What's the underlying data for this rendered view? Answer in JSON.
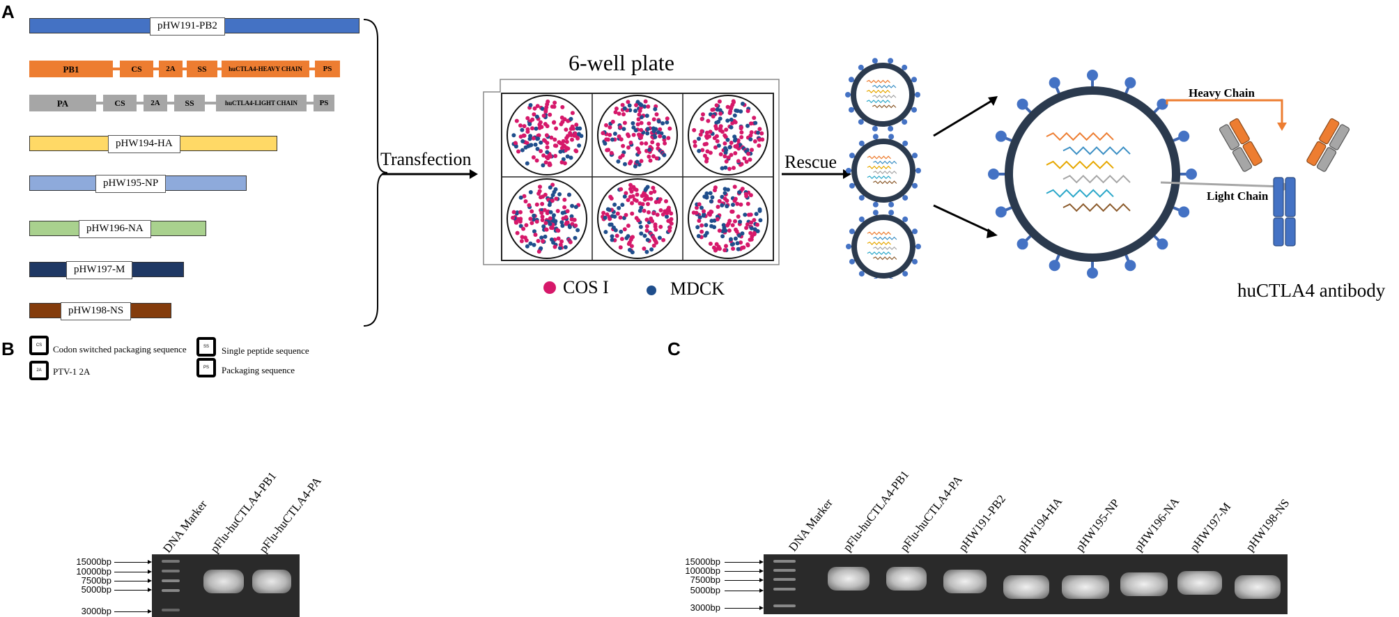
{
  "panels": {
    "a": "A",
    "b": "B",
    "c": "C"
  },
  "plasmids": {
    "pb2": "pHW191-PB2",
    "ha": "pHW194-HA",
    "np": "pHW195-NP",
    "na": "pHW196-NA",
    "m": "pHW197-M",
    "ns": "pHW198-NS"
  },
  "construct_pb1": {
    "pb1": "PB1",
    "cs": "CS",
    "twoa": "2A",
    "ss": "SS",
    "heavy": "huCTLA4-HEAVY CHAIN",
    "ps": "PS"
  },
  "construct_pa": {
    "pa": "PA",
    "cs": "CS",
    "twoa": "2A",
    "ss": "SS",
    "light": "huCTLA4-LIGHT CHAIN",
    "ps": "PS"
  },
  "legend": {
    "cs_key": "CS",
    "cs_text": "Codon switched packaging sequence",
    "twoa_key": "2A",
    "twoa_text": "PTV-1 2A",
    "ss_key": "SS",
    "ss_text": "Single peptide sequence",
    "ps_key": "PS",
    "ps_text": "Packaging sequence"
  },
  "flow": {
    "transfection": "Transfection",
    "plate_title": "6-well plate",
    "rescue": "Rescue",
    "cos": "COS I",
    "mdck": "MDCK",
    "heavy_chain": "Heavy Chain",
    "light_chain": "Light Chain",
    "antibody": "huCTLA4 antibody"
  },
  "colors": {
    "cos": "#d6186a",
    "mdck": "#1f4e8c",
    "orange": "#ed7d31",
    "gray": "#a6a6a6",
    "blue": "#4472c4",
    "dark": "#2b3a4e"
  },
  "gel_b": {
    "lanes": [
      "DNA Marker",
      "pFlu-huCTLA4-PB1",
      "pFlu-huCTLA4-PA"
    ],
    "markers": [
      "15000bp",
      "10000bp",
      "7500bp",
      "5000bp",
      "3000bp"
    ]
  },
  "gel_c": {
    "lanes": [
      "DNA Marker",
      "pFlu-huCTLA4-PB1",
      "pFlu-huCTLA4-PA",
      "pHW191-PB2",
      "pHW194-HA",
      "pHW195-NP",
      "pHW196-NA",
      "pHW197-M",
      "pHW198-NS"
    ],
    "markers": [
      "15000bp",
      "10000bp",
      "7500bp",
      "5000bp",
      "3000bp"
    ]
  }
}
